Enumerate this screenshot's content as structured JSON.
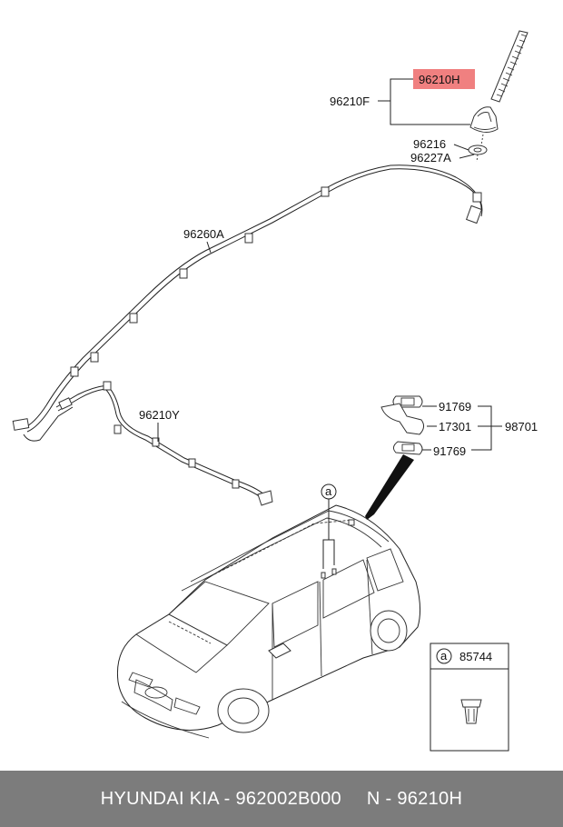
{
  "labels": {
    "p96210H": "96210H",
    "p96210F": "96210F",
    "p96216": "96216",
    "p96227A": "96227A",
    "p96260A": "96260A",
    "p96210Y": "96210Y",
    "p91769_top": "91769",
    "p17301": "17301",
    "p91769_bottom": "91769",
    "p98701": "98701",
    "ref_a": "a",
    "inset_ref_a": "a",
    "p85744": "85744"
  },
  "highlight_color": "#f08080",
  "footer": {
    "left": "HYUNDAI  KIA - 962002B000",
    "right": "N - 96210H"
  }
}
